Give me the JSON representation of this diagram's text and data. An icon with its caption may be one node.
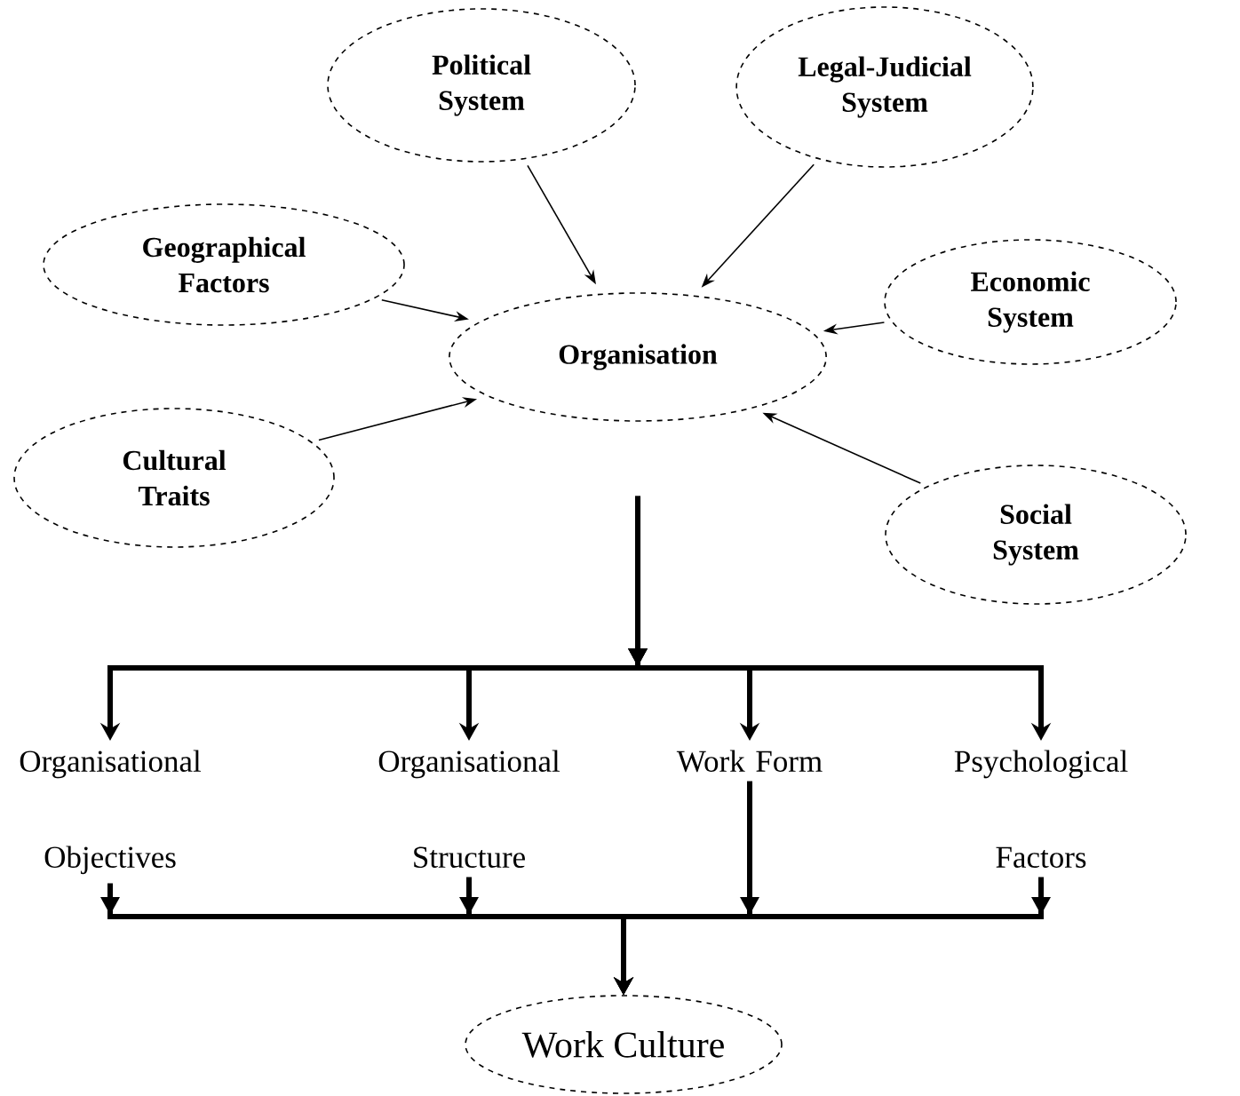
{
  "diagram": {
    "nodes": [
      {
        "text": [
          "Political System"
        ]
      },
      {
        "text": [
          "Legal-Judicial System"
        ]
      },
      {
        "text": [
          "Geographical Factors"
        ]
      },
      {
        "text": [
          "Economic System"
        ]
      },
      {
        "text": [
          "Organisation"
        ]
      },
      {
        "text": [
          "Cultural Traits"
        ]
      },
      {
        "text": [
          "Social System"
        ]
      },
      {
        "text": [
          "Organisational Objectives"
        ]
      },
      {
        "text": [
          "Organisational Structure"
        ]
      },
      {
        "text": [
          "Work Form"
        ]
      },
      {
        "text": [
          "Psychological Factors"
        ]
      },
      {
        "text": [
          "Work Culture"
        ]
      }
    ],
    "edges": [
      {
        "from": 0,
        "to": 4,
        "arrow": "to"
      },
      {
        "from": 1,
        "to": 4,
        "arrow": "to"
      },
      {
        "from": 2,
        "to": 4,
        "arrow": "to"
      },
      {
        "from": 3,
        "to": 4,
        "arrow": "to"
      },
      {
        "from": 5,
        "to": 4,
        "arrow": "to"
      },
      {
        "from": 6,
        "to": 4,
        "arrow": "to"
      },
      {
        "from": 4,
        "to": 7,
        "arrow": "to"
      },
      {
        "from": 4,
        "to": 8,
        "arrow": "to"
      },
      {
        "from": 4,
        "to": 9,
        "arrow": "to"
      },
      {
        "from": 4,
        "to": 10,
        "arrow": "to"
      },
      {
        "from": 7,
        "to": 11,
        "arrow": "to"
      },
      {
        "from": 8,
        "to": 11,
        "arrow": "to"
      },
      {
        "from": 9,
        "to": 11,
        "arrow": "to"
      },
      {
        "from": 10,
        "to": 11,
        "arrow": "to"
      }
    ]
  }
}
